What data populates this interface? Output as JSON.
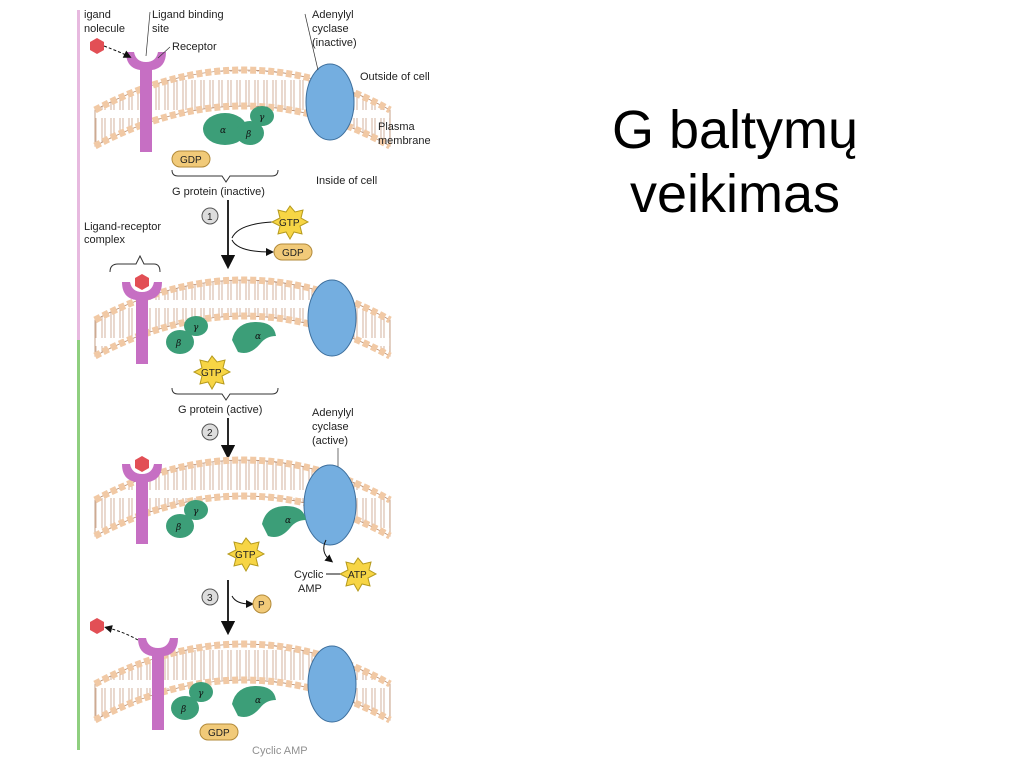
{
  "title": {
    "line1": "G baltymų",
    "line2": "veikimas"
  },
  "diagram": {
    "labels": {
      "ligand_molecule_1": "igand",
      "ligand_molecule_2": "nolecule",
      "ligand_binding_site_1": "Ligand binding",
      "ligand_binding_site_2": "site",
      "receptor": "Receptor",
      "adenylyl_cyclase_inactive_1": "Adenylyl",
      "adenylyl_cyclase_inactive_2": "cyclase",
      "adenylyl_cyclase_inactive_3": "(inactive)",
      "outside_of_cell": "Outside of cell",
      "plasma_membrane_1": "Plasma",
      "plasma_membrane_2": "membrane",
      "inside_of_cell": "Inside of cell",
      "g_protein_inactive": "G protein (inactive)",
      "ligand_receptor_complex_1": "Ligand-receptor",
      "ligand_receptor_complex_2": "complex",
      "g_protein_active": "G protein (active)",
      "adenylyl_cyclase_active_1": "Adenylyl",
      "adenylyl_cyclase_active_2": "cyclase",
      "adenylyl_cyclase_active_3": "(active)",
      "cyclic_amp_1": "Cyclic",
      "cyclic_amp_2": "AMP",
      "bottom_cut": "Cyclic AMP"
    },
    "molecules": {
      "gdp": "GDP",
      "gtp": "GTP",
      "atp": "ATP",
      "phosphate": "P"
    },
    "steps": [
      "1",
      "2",
      "3"
    ],
    "subunits": {
      "alpha": "α",
      "beta": "β",
      "gamma": "γ"
    },
    "colors": {
      "membrane_head": "#f1c9a5",
      "membrane_outline": "#b98a6a",
      "receptor": "#c66fc3",
      "g_protein": "#3c9e78",
      "adenylyl_cyclase": "#74aee0",
      "ligand": "#e24f55",
      "gdp_fill": "#f1ca79",
      "gtp_fill": "#f7d545",
      "left_stripe_green": "#8fcf7f",
      "left_stripe_pink": "#e7b9df"
    }
  }
}
